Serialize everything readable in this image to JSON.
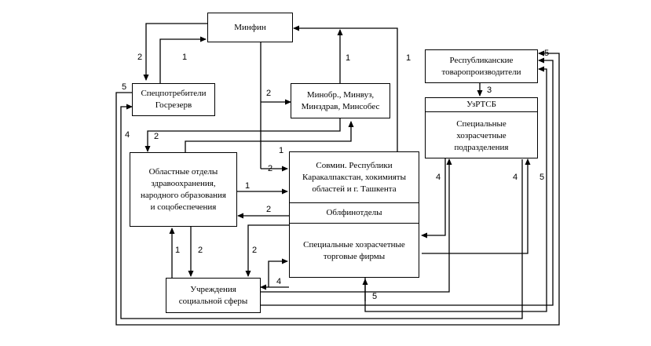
{
  "boxes": {
    "minfin": "Минфин",
    "spec_consumers": "Спецпотребители\nГосрезерв",
    "ministries": "Минобр., Минвуз,\nМинздрав, Минсобес",
    "regional_depts": "Областные отделы\nздравоохранения,\nнародного образования\nи соцобеспечения",
    "sovmin": "Совмин. Республики\nКаракалпакстан, хокимияты\nобластей и г. Ташкента",
    "oblfin": "Облфинотделы",
    "trade_firms": "Специальные хозрасчетные\nторговые фирмы",
    "institutions": "Учреждения\nсоциальной сферы",
    "producers": "Республиканские\nтоваропроизводители",
    "uzrtsb_title": "УзРТСБ",
    "uzrtsb_body": "Специальные\nхозрасчетные\nподразделения"
  },
  "labels": {
    "l2_minfin_left": "2",
    "l1_minfin_left": "1",
    "l1_ministries_up": "1",
    "l1_sovmin_to_minfin": "1",
    "l5_producers": "5",
    "l3_producers": "3",
    "l5_spec": "5",
    "l4_left": "4",
    "l2_to_ministries": "2",
    "l2_to_regional": "2",
    "l1_ministries_sovmin": "1",
    "l2_to_sovmin": "2",
    "l1_regional_to_sovmin": "1",
    "l2_oblfin_to_regional": "2",
    "l4_uz_left": "4",
    "l4_uz_right": "4",
    "l5_uz_right": "5",
    "l1_inst_up": "1",
    "l2_reg_down": "2",
    "l2_oblfin_down": "2",
    "l4_inst_trade": "4",
    "l5_bottom": "5"
  }
}
